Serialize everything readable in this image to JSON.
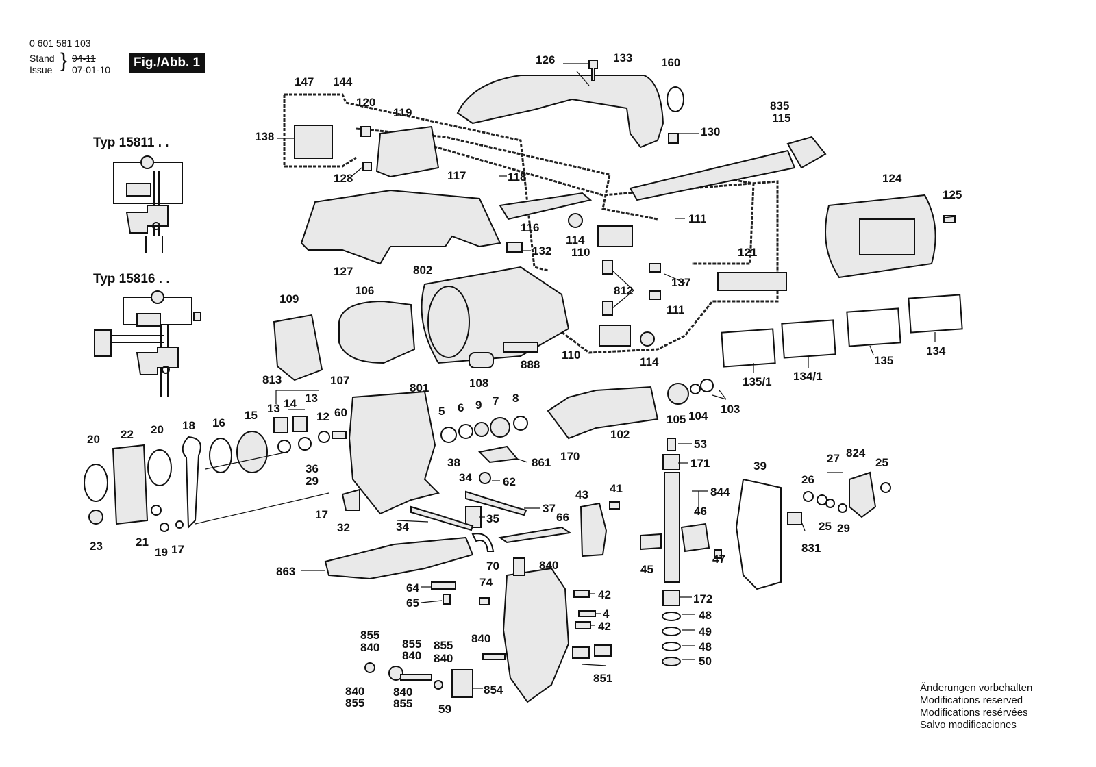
{
  "header": {
    "part_number": "0 601 581 103",
    "stand_label": "Stand",
    "issue_label": "Issue",
    "old_date": "94-11",
    "date": "07-01-10",
    "figure": "Fig./Abb. 1"
  },
  "types": {
    "type1": "Typ 15811 . .",
    "type2": "Typ 15816 . ."
  },
  "notes": [
    "Änderungen vorbehalten",
    "Modifications reserved",
    "Modifications resérvées",
    "Salvo modificaciones"
  ],
  "labels": {
    "l126": "126",
    "l133": "133",
    "l160": "160",
    "l147": "147",
    "l144": "144",
    "l120": "120",
    "l119": "119",
    "l138": "138",
    "l835": "835",
    "l115": "115",
    "l130": "130",
    "l128": "128",
    "l117": "117",
    "l118": "118",
    "l124": "124",
    "l125": "125",
    "l116": "116",
    "l114a": "114",
    "l111a": "111",
    "l110a": "110",
    "l132": "132",
    "l127": "127",
    "l121": "121",
    "l137": "137",
    "l802": "802",
    "l812": "812",
    "l109": "109",
    "l106": "106",
    "l111b": "111",
    "l110b": "110",
    "l114b": "114",
    "l888": "888",
    "l108": "108",
    "l107": "107",
    "l135_1": "135/1",
    "l134_1": "134/1",
    "l135": "135",
    "l134": "134",
    "l813": "813",
    "l801": "801",
    "l13a": "13",
    "l14": "14",
    "l13b": "13",
    "l15": "15",
    "l16": "16",
    "l18": "18",
    "l20a": "20",
    "l22": "22",
    "l20b": "20",
    "l12": "12",
    "l60": "60",
    "l5": "5",
    "l6": "6",
    "l9": "9",
    "l7": "7",
    "l8": "8",
    "l105": "105",
    "l104": "104",
    "l103": "103",
    "l102": "102",
    "l170": "170",
    "l53": "53",
    "l171": "171",
    "l861": "861",
    "l38": "38",
    "l36": "36",
    "l34a": "34",
    "l62": "62",
    "l29a": "29",
    "l17a": "17",
    "l32": "32",
    "l37": "37",
    "l35": "35",
    "l34b": "34",
    "l66": "66",
    "l43": "43",
    "l41": "41",
    "l844": "844",
    "l46": "46",
    "l39": "39",
    "l27": "27",
    "l824": "824",
    "l25a": "25",
    "l26": "26",
    "l25b": "25",
    "l29b": "29",
    "l831": "831",
    "l23": "23",
    "l21": "21",
    "l19": "19",
    "l17b": "17",
    "l70": "70",
    "l840a": "840",
    "l863": "863",
    "l45": "45",
    "l47": "47",
    "l172": "172",
    "l48a": "48",
    "l49": "49",
    "l48b": "48",
    "l50": "50",
    "l64": "64",
    "l65": "65",
    "l74": "74",
    "l42a": "42",
    "l4": "4",
    "l42b": "42",
    "l840b": "840",
    "l851": "851",
    "l855a": "855",
    "l840c": "840",
    "l855b": "855",
    "l840d": "840",
    "l855c": "855",
    "l840e": "840",
    "l854": "854",
    "l840f": "840",
    "l855d": "855",
    "l840g": "840",
    "l855e": "855",
    "l59": "59"
  },
  "icons": [
    "jigsaw-exploded-view",
    "motor-schematic-icon",
    "switch-schematic-icon"
  ]
}
